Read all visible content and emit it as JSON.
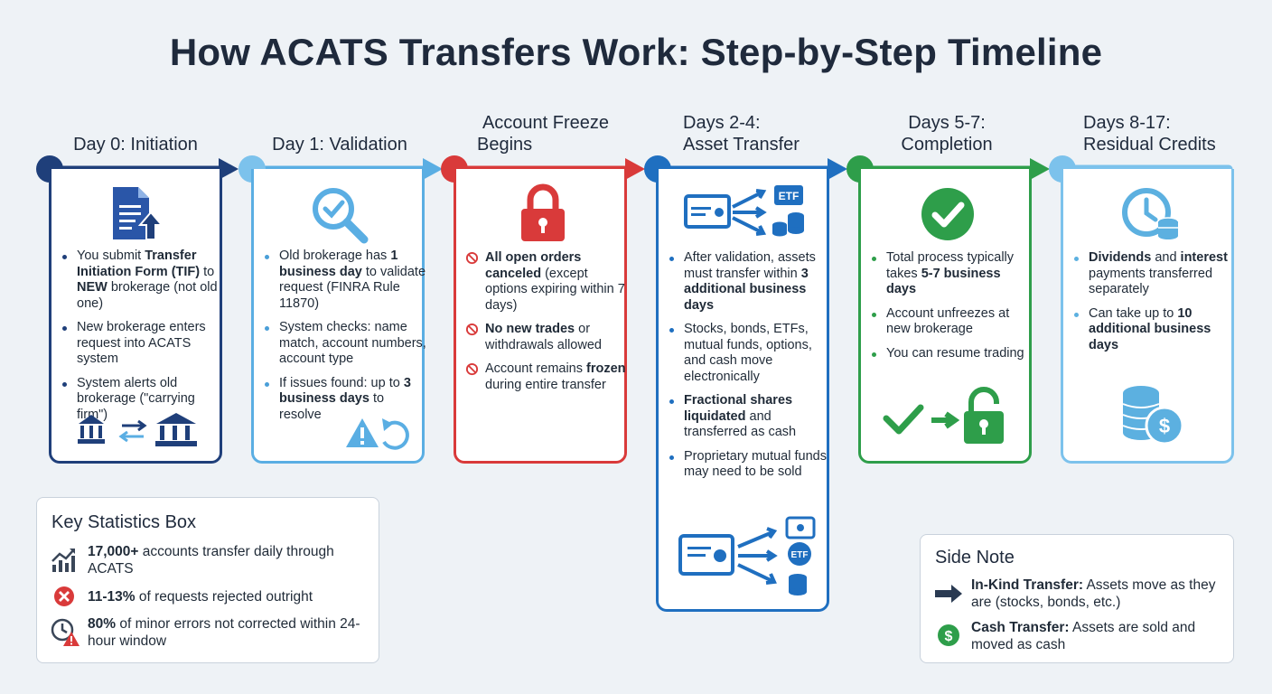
{
  "title": "How ACATS Transfers Work: Step-by-Step Timeline",
  "colors": {
    "navy": "#1f3f7a",
    "light_blue": "#5aaee3",
    "red": "#d93a3a",
    "blue": "#1f6fc0",
    "green": "#2e9e4a",
    "sky": "#7cc2ec"
  },
  "steps": [
    {
      "title_line1": "Day 0: Initiation",
      "title_line2": "",
      "icon": "document-upload-icon",
      "bullets": [
        [
          "You submit ",
          "Transfer Initiation Form (TIF)",
          " to ",
          "NEW",
          " brokerage (not old one)"
        ],
        [
          "New brokerage enters request into ACATS system"
        ],
        [
          "System alerts old brokerage (\"carrying firm\")"
        ]
      ],
      "footer_icon": "bank-transfer-icon"
    },
    {
      "title_line1": "Day 1: Validation",
      "title_line2": "",
      "icon": "magnifier-check-icon",
      "bullets": [
        [
          "Old brokerage has ",
          "1 business day",
          " to validate request (FINRA Rule 11870)"
        ],
        [
          "System checks: name match, account numbers, account type"
        ],
        [
          "If issues found: up to ",
          "3 business days",
          " to resolve"
        ]
      ],
      "footer_icon": "warning-retry-icon"
    },
    {
      "title_line1": "Account Freeze",
      "title_line2": "Begins",
      "icon": "lock-icon",
      "bullets": [
        [
          "",
          "All open orders canceled",
          " (except options expiring within 7 days)"
        ],
        [
          "",
          "No new trades",
          " or withdrawals allowed"
        ],
        [
          "Account remains ",
          "frozen",
          " during entire transfer"
        ]
      ]
    },
    {
      "title_line1": "Days 2-4:",
      "title_line2": "Asset Transfer",
      "icon": "certificate-to-etf-icon",
      "icon_label": "ETF",
      "bullets": [
        [
          "After validation, assets must transfer within ",
          "3 additional business days"
        ],
        [
          "Stocks, bonds, ETFs, mutual funds, options, and cash move electronically"
        ],
        [
          "",
          "Fractional shares liquidated",
          " and transferred as cash"
        ],
        [
          "Proprietary mutual funds may need to be sold"
        ]
      ],
      "footer_icon": "certificate-distribute-icon",
      "footer_label": "ETF"
    },
    {
      "title_line1": "Days 5-7:",
      "title_line2": "Completion",
      "icon": "check-circle-icon",
      "bullets": [
        [
          "Total process typically takes ",
          "5-7 business days"
        ],
        [
          "Account unfreezes at new brokerage"
        ],
        [
          "You can resume trading"
        ]
      ],
      "footer_icon": "check-unlock-icon"
    },
    {
      "title_line1": "Days 8-17:",
      "title_line2": "Residual Credits",
      "icon": "clock-coins-icon",
      "bullets": [
        [
          "",
          "Dividends",
          " and ",
          "interest",
          " payments transferred separately"
        ],
        [
          "Can take up to ",
          "10 additional business days"
        ]
      ],
      "footer_icon": "coin-stack-dollar-icon",
      "footer_label": "$"
    }
  ],
  "stats_box": {
    "title": "Key Statistics Box",
    "items": [
      {
        "icon": "chart-up-icon",
        "bold": "17,000+",
        "text": " accounts transfer daily through ACATS"
      },
      {
        "icon": "x-circle-icon",
        "bold": "11-13%",
        "text": " of requests rejected outright"
      },
      {
        "icon": "clock-warning-icon",
        "bold": "80%",
        "text": " of minor errors not corrected within 24-hour window"
      }
    ]
  },
  "side_note": {
    "title": "Side Note",
    "items": [
      {
        "icon": "arrow-right-icon",
        "bold": "In-Kind Transfer:",
        "text": " Assets move as they are (stocks, bonds, etc.)"
      },
      {
        "icon": "dollar-circle-icon",
        "bold": "Cash Transfer:",
        "text": " Assets are sold and moved as cash",
        "label": "$"
      }
    ]
  }
}
